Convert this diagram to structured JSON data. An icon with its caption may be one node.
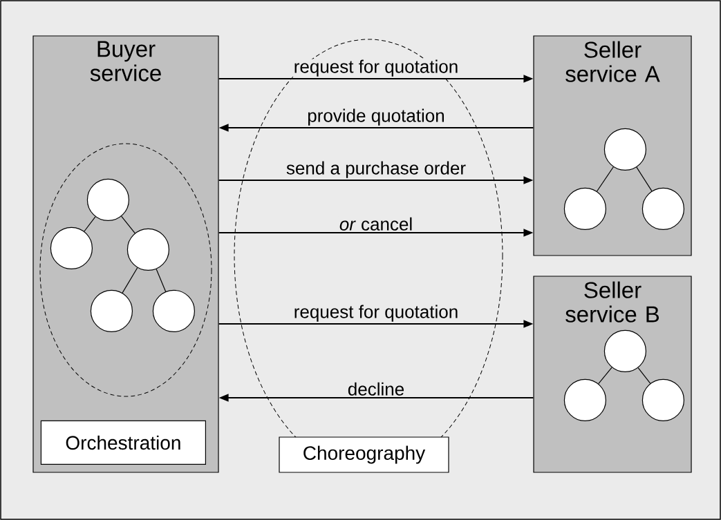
{
  "diagram": {
    "nodes": [
      {
        "text": [
          "Buyer service"
        ]
      },
      {
        "text": [],
        "shape": "circle",
        "in": 0
      },
      {
        "text": [],
        "shape": "circle",
        "in": 0
      },
      {
        "text": [],
        "shape": "circle",
        "in": 0
      },
      {
        "text": [],
        "shape": "circle",
        "in": 0
      },
      {
        "text": [],
        "shape": "circle",
        "in": 0
      },
      {
        "text": [
          "Orchestration"
        ],
        "in": 0
      },
      {
        "text": [
          "Choreography"
        ]
      },
      {
        "text": [
          "Seller service A"
        ]
      },
      {
        "text": [],
        "shape": "circle",
        "in": 8
      },
      {
        "text": [],
        "shape": "circle",
        "in": 8
      },
      {
        "text": [],
        "shape": "circle",
        "in": 8
      },
      {
        "text": [
          "Seller service B"
        ]
      },
      {
        "text": [],
        "shape": "circle",
        "in": 12
      },
      {
        "text": [],
        "shape": "circle",
        "in": 12
      },
      {
        "text": [],
        "shape": "circle",
        "in": 12
      }
    ],
    "edges": [
      {
        "from": 1,
        "to": 2,
        "arrow": "none"
      },
      {
        "from": 1,
        "to": 3,
        "arrow": "none"
      },
      {
        "from": 3,
        "to": 4,
        "arrow": "none"
      },
      {
        "from": 3,
        "to": 5,
        "arrow": "none"
      },
      {
        "from": 9,
        "to": 10,
        "arrow": "none"
      },
      {
        "from": 9,
        "to": 11,
        "arrow": "none"
      },
      {
        "from": 13,
        "to": 14,
        "arrow": "none"
      },
      {
        "from": 13,
        "to": 15,
        "arrow": "none"
      },
      {
        "from": 0,
        "to": 8,
        "arrow": "to",
        "label": "request for quotation"
      },
      {
        "from": 8,
        "to": 0,
        "arrow": "to",
        "label": "provide quotation"
      },
      {
        "from": 0,
        "to": 8,
        "arrow": "to",
        "label": "send a purchase order"
      },
      {
        "from": 0,
        "to": 8,
        "arrow": "to",
        "label": "*or* cancel"
      },
      {
        "from": 0,
        "to": 12,
        "arrow": "to",
        "label": "request for quotation"
      },
      {
        "from": 12,
        "to": 0,
        "arrow": "to",
        "label": "decline"
      }
    ]
  }
}
